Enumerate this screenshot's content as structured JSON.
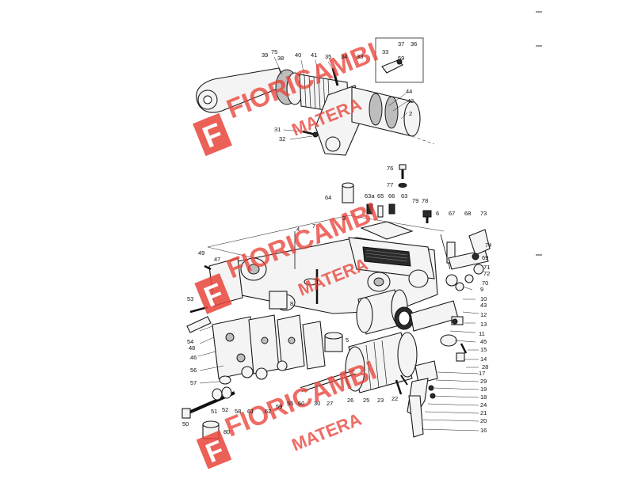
{
  "watermark": {
    "brand": "FIORICAMBI",
    "sub": "MATERA",
    "color": "#e8443a"
  },
  "labels": {
    "n39": "39",
    "n75": "75",
    "n38": "38",
    "n40": "40",
    "n41": "41",
    "n35": "35",
    "n34": "34",
    "n33a": "33",
    "n37": "37",
    "n36": "36",
    "n33b": "33",
    "n59": "59",
    "n44": "44",
    "n42": "42",
    "n2": "2",
    "n31": "31",
    "n32": "32",
    "n76": "76",
    "n77": "77",
    "n64": "64",
    "n63a": "63a",
    "n65": "65",
    "n66": "66",
    "n63": "63",
    "n79": "79",
    "n78": "78",
    "n3": "3",
    "n4": "4",
    "n7": "7",
    "n6": "6",
    "n67": "67",
    "n68": "68",
    "n73": "73",
    "n74": "74",
    "n69": "69",
    "n71": "71",
    "n72": "72",
    "n70": "70",
    "n49": "49",
    "n47": "47",
    "n9": "9",
    "n10": "10",
    "n43": "43",
    "n53": "53",
    "n8": "8",
    "n12": "12",
    "n13": "13",
    "n11": "11",
    "n45": "45",
    "n5": "5",
    "n54": "54",
    "n48": "48",
    "n46": "46",
    "n15": "15",
    "n14": "14",
    "n28": "28",
    "n56": "56",
    "n17": "17",
    "n29": "29",
    "n57": "57",
    "n19": "19",
    "n18": "18",
    "n24": "24",
    "n21": "21",
    "n20": "20",
    "n16": "16",
    "n50": "50",
    "n51": "51",
    "n52": "52",
    "n58": "58",
    "n61": "61",
    "n62": "62",
    "n59b": "59",
    "n55": "55",
    "n60": "60",
    "n30": "30",
    "n27": "27",
    "n26": "26",
    "n25": "25",
    "n23": "23",
    "n22": "22",
    "n80": "80"
  }
}
